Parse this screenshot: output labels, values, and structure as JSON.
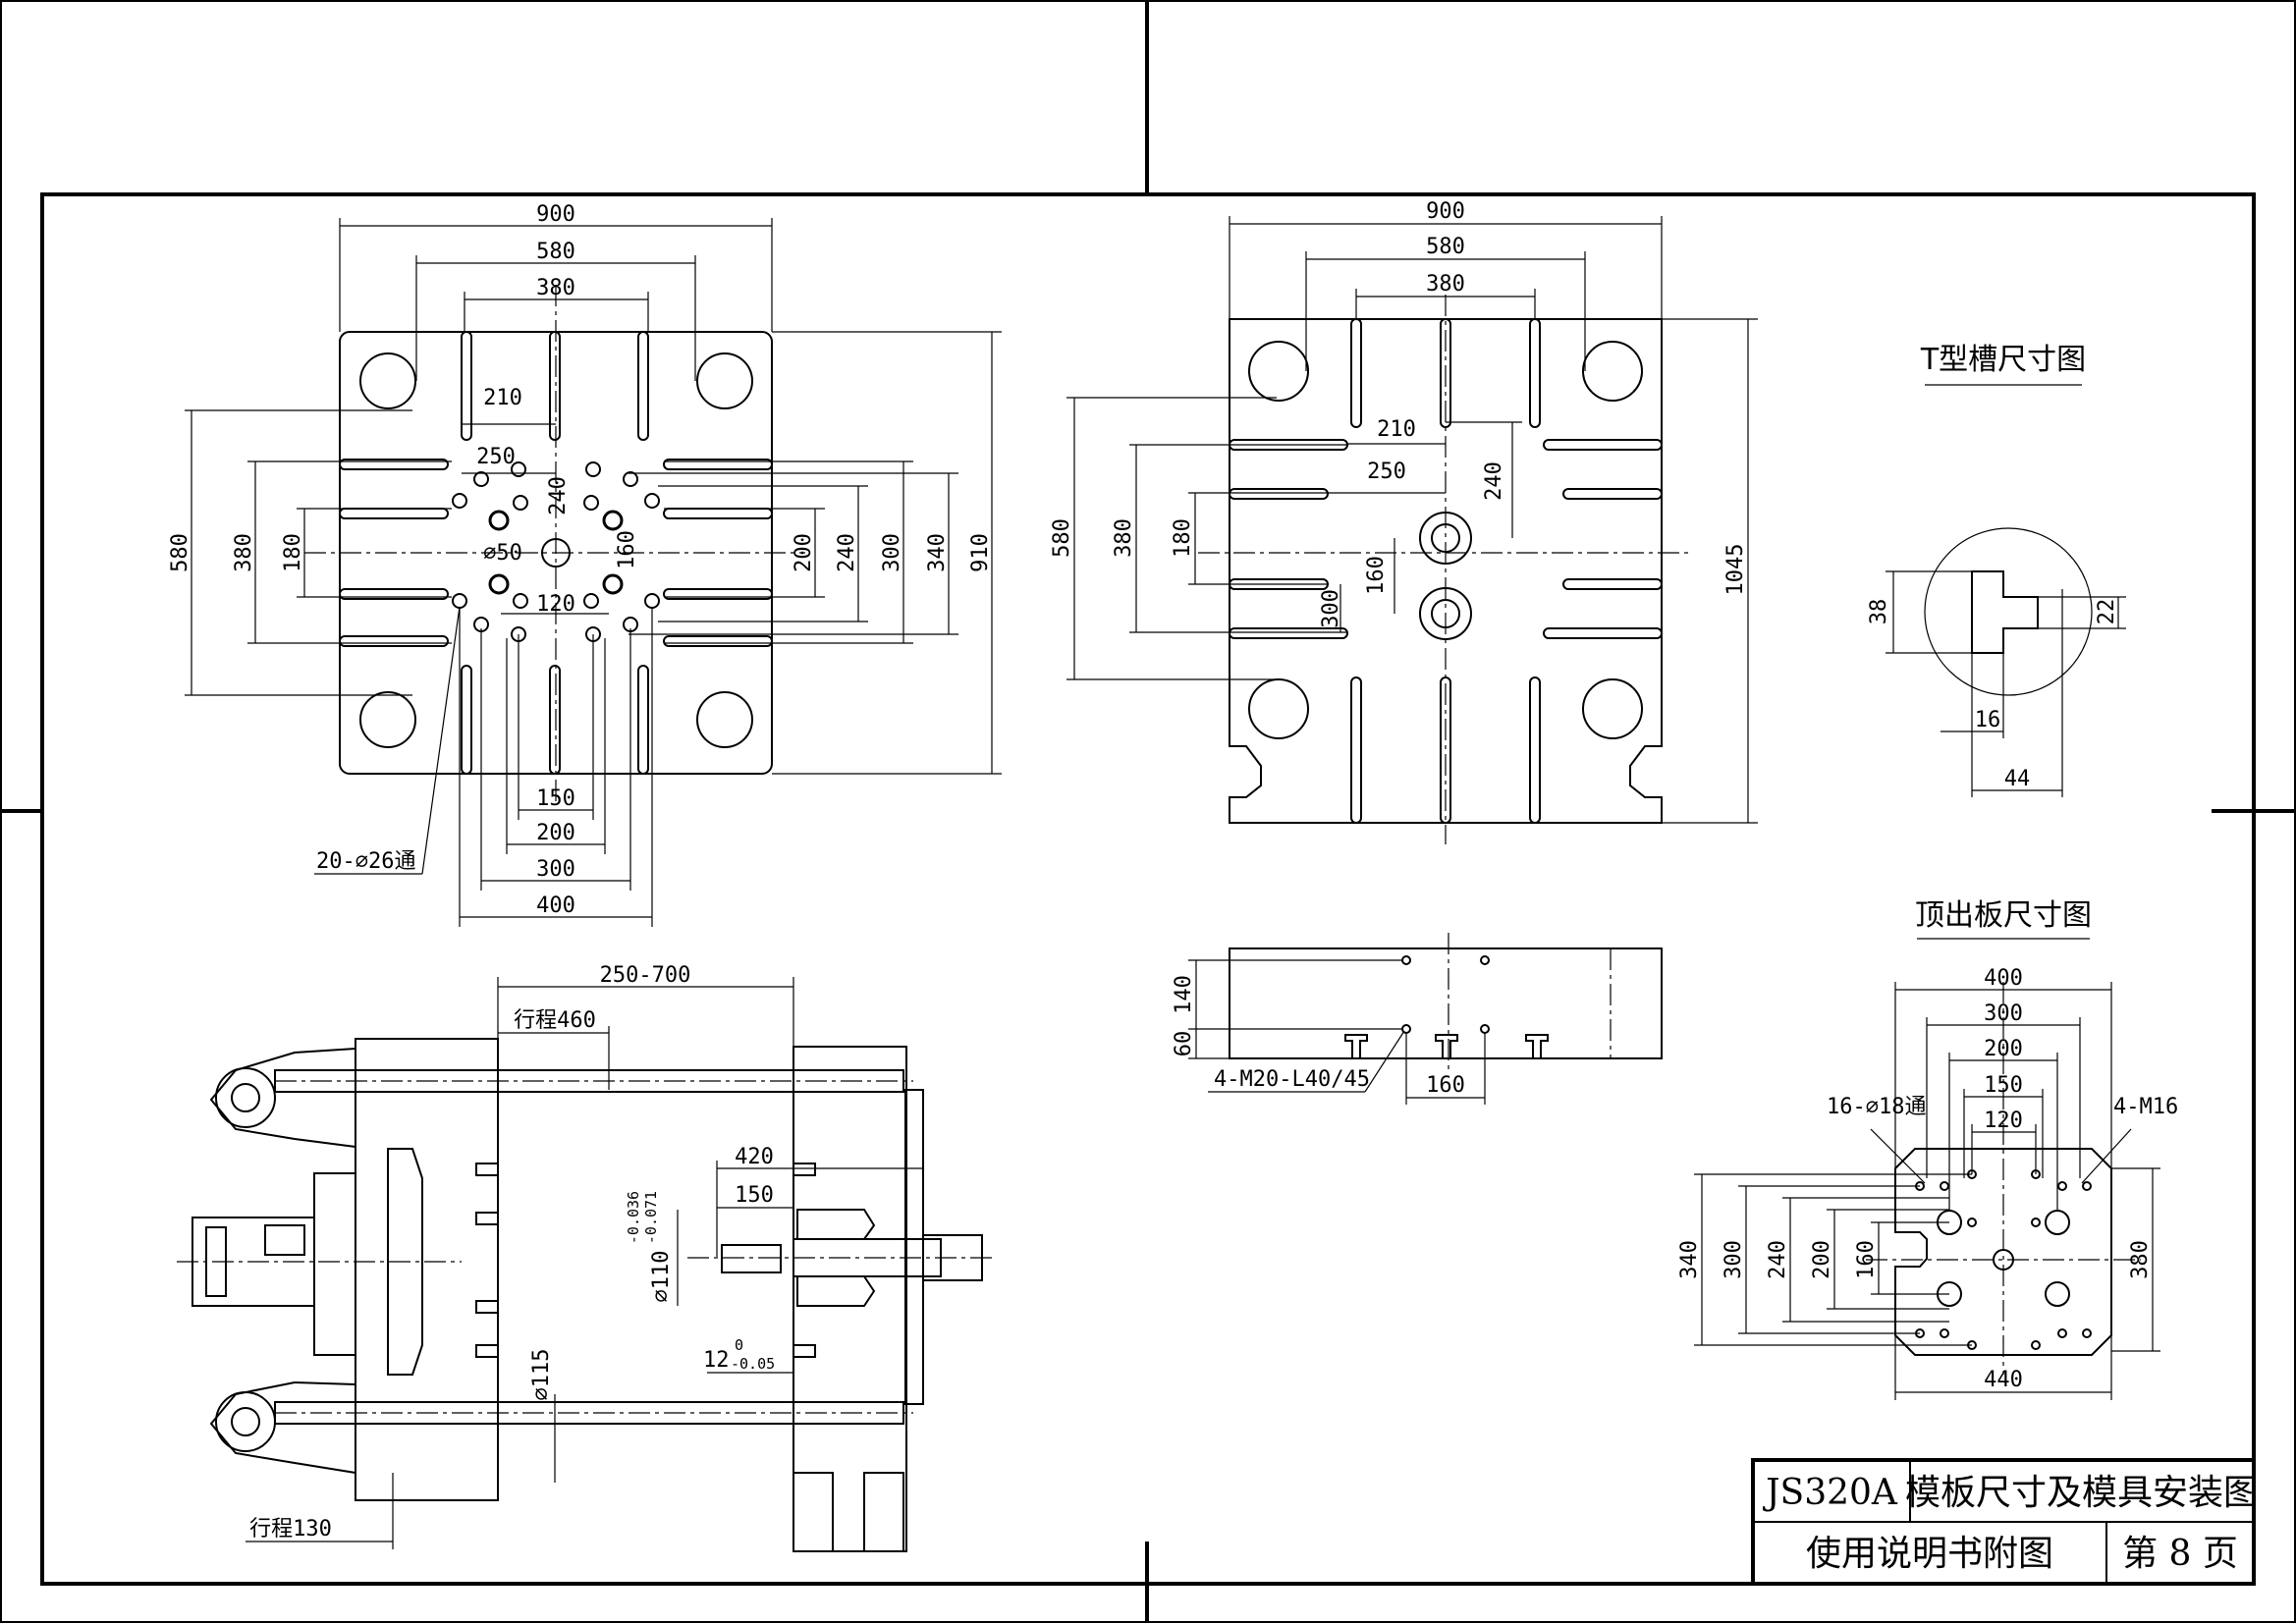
{
  "title_block": {
    "model": "JS320A",
    "drawing_title": "模板尺寸及模具安装图",
    "manual_appendix": "使用说明书附图",
    "page": "第 8 页"
  },
  "section_titles": {
    "t_slot": "T型槽尺寸图",
    "ejector_plate": "顶出板尺寸图"
  },
  "moving_platen": {
    "top_dims": [
      "900",
      "580",
      "380"
    ],
    "inner_labels": [
      "210",
      "250",
      "240",
      "120",
      "160",
      "⌀50"
    ],
    "left_dims": [
      "580",
      "380",
      "180"
    ],
    "right_dims": [
      "200",
      "240",
      "300",
      "340",
      "910"
    ],
    "bottom_dims": [
      "150",
      "200",
      "300",
      "400"
    ],
    "hole_callout": "20-⌀26通"
  },
  "fixed_platen": {
    "top_dims": [
      "900",
      "580",
      "380"
    ],
    "inner_labels": [
      "210",
      "250",
      "240",
      "160",
      "300"
    ],
    "left_dims": [
      "580",
      "380",
      "180"
    ],
    "right_dims": [
      "1045"
    ]
  },
  "side_view": {
    "dims": [
      "250-700",
      "行程460",
      "420",
      "150",
      "⌀110-0.036-0.071",
      "12-0 -0.05",
      "⌀115",
      "行程130"
    ],
    "tol_upper": "-0.036",
    "tol_lower": "-0.071",
    "tol2_upper": "0",
    "tol2_lower": "-0.05"
  },
  "section_plate": {
    "dims": [
      "140",
      "60",
      "160"
    ],
    "callout": "4-M20-L40/45"
  },
  "t_slot": {
    "dims": [
      "38",
      "22",
      "16",
      "44"
    ]
  },
  "ejector_plate": {
    "top_dims": [
      "400",
      "300",
      "200",
      "150",
      "120"
    ],
    "left_dims": [
      "340",
      "300",
      "240",
      "200",
      "160"
    ],
    "right_dims": [
      "380"
    ],
    "bottom_dims": [
      "440"
    ],
    "callouts": [
      "16-⌀18通",
      "4-M16"
    ]
  }
}
